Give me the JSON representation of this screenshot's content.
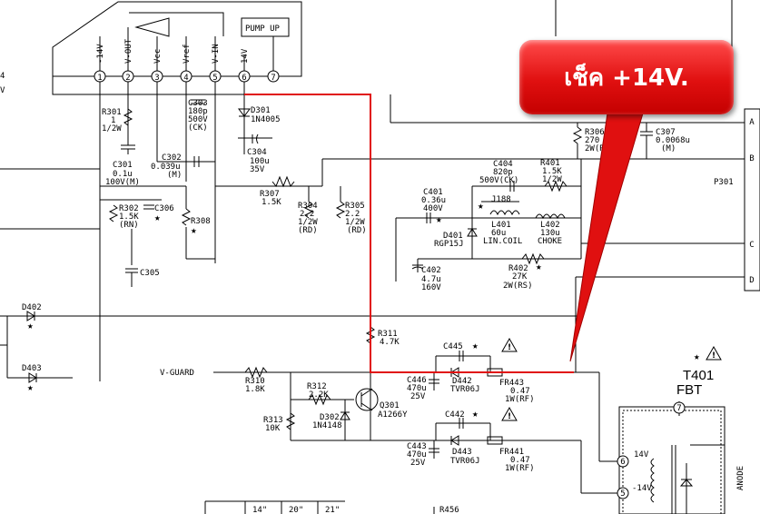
{
  "ic": {
    "pins": [
      {
        "num": "1",
        "label": "-14V"
      },
      {
        "num": "2",
        "label": "V-OUT"
      },
      {
        "num": "3",
        "label": "Vcc"
      },
      {
        "num": "4",
        "label": "Vref"
      },
      {
        "num": "5",
        "label": "V-IN"
      },
      {
        "num": "6",
        "label": "14V"
      },
      {
        "num": "7",
        "label": ""
      }
    ],
    "pump_up": "PUMP UP"
  },
  "callout": {
    "text": "เช็ค +14V.",
    "color": "#e01010"
  },
  "components": {
    "r301": [
      "R301",
      "1",
      "1/2W"
    ],
    "c303": [
      "C303",
      "180p",
      "500V",
      "(CK)"
    ],
    "d301": [
      "D301",
      "1N4005"
    ],
    "c304": [
      "C304",
      "100u",
      "35V"
    ],
    "c301": [
      "C301",
      "0.1u",
      "100V(M)"
    ],
    "c302": [
      "C302",
      "0.039u",
      "(M)"
    ],
    "r302": [
      "R302",
      "1.5K",
      "(RN)"
    ],
    "c306": [
      "C306"
    ],
    "r308": [
      "R308"
    ],
    "r307": [
      "R307",
      "1.5K"
    ],
    "r304": [
      "R304",
      "2.2",
      "1/2W",
      "(RD)"
    ],
    "r305": [
      "R305",
      "2.2",
      "1/2W",
      "(RD)"
    ],
    "c305": [
      "C305"
    ],
    "c401": [
      "C401",
      "0.36u",
      "400V"
    ],
    "c404": [
      "C404",
      "820p",
      "500V(CK)"
    ],
    "r401": [
      "R401",
      "1.5K",
      "1/2W"
    ],
    "j188": [
      "J188"
    ],
    "l401": [
      "L401",
      "60u",
      "LIN.COIL"
    ],
    "l402": [
      "L402",
      "130u",
      "CHOKE"
    ],
    "d401": [
      "D401",
      "RGP15J"
    ],
    "c402": [
      "C402",
      "4.7u",
      "160V"
    ],
    "r402": [
      "R402",
      "27K",
      "2W(RS)"
    ],
    "r306": [
      "R306",
      "270",
      "2W(RS)"
    ],
    "c307": [
      "C307",
      "0.0068u",
      "(M)"
    ],
    "p301": [
      "P301"
    ],
    "d402": [
      "D402"
    ],
    "d403": [
      "D403"
    ],
    "vguard": "V-GUARD",
    "r310": [
      "R310",
      "1.8K"
    ],
    "r311": [
      "R311",
      "4.7K"
    ],
    "r312": [
      "R312",
      "2.2K"
    ],
    "d302": [
      "D302",
      "1N4148"
    ],
    "q301": [
      "Q301",
      "A1266Y"
    ],
    "r313": [
      "R313",
      "10K"
    ],
    "c445": [
      "C445"
    ],
    "c446": [
      "C446",
      "470u",
      "25V"
    ],
    "d442": [
      "D442",
      "TVR06J"
    ],
    "fr443": [
      "FR443",
      "0.47",
      "1W(RF)"
    ],
    "c442": [
      "C442"
    ],
    "c443": [
      "C443",
      "470u",
      "25V"
    ],
    "d443": [
      "D443",
      "TVR06J"
    ],
    "fr441": [
      "FR441",
      "0.47",
      "1W(RF)"
    ],
    "t401": [
      "T401",
      "FBT"
    ],
    "t401_pins": [
      "7",
      "6",
      "5"
    ],
    "t401_taps": [
      "14V",
      "-14V"
    ],
    "anode": "ANODE",
    "r456": "R456",
    "connector_letters": [
      "A",
      "B",
      "C",
      "D"
    ],
    "table_hdr": [
      "14\"",
      "20\"",
      "21\""
    ],
    "left_edge": [
      "4",
      "V"
    ]
  }
}
